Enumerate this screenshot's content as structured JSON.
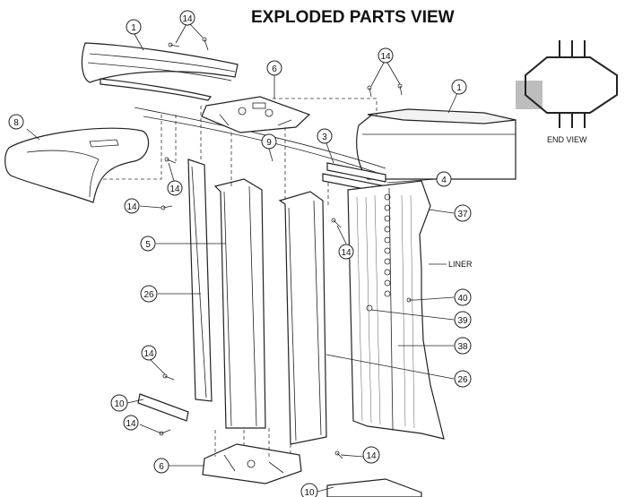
{
  "title": "EXPLODED PARTS VIEW",
  "end_view_label": "END VIEW",
  "liner_label": "LINER",
  "callouts": [
    {
      "id": "c14a",
      "label": "14"
    },
    {
      "id": "c1a",
      "label": "1"
    },
    {
      "id": "c6a",
      "label": "6"
    },
    {
      "id": "c14b",
      "label": "14"
    },
    {
      "id": "c1b",
      "label": "1"
    },
    {
      "id": "c8",
      "label": "8"
    },
    {
      "id": "c9",
      "label": "9"
    },
    {
      "id": "c3",
      "label": "3"
    },
    {
      "id": "c4",
      "label": "4"
    },
    {
      "id": "c14c",
      "label": "14"
    },
    {
      "id": "c14d",
      "label": "14"
    },
    {
      "id": "c37",
      "label": "37"
    },
    {
      "id": "c5",
      "label": "5"
    },
    {
      "id": "c14e",
      "label": "14"
    },
    {
      "id": "c26a",
      "label": "26"
    },
    {
      "id": "c40",
      "label": "40"
    },
    {
      "id": "c39",
      "label": "39"
    },
    {
      "id": "c38",
      "label": "38"
    },
    {
      "id": "c14f",
      "label": "14"
    },
    {
      "id": "c26b",
      "label": "26"
    },
    {
      "id": "c10a",
      "label": "10"
    },
    {
      "id": "c14g",
      "label": "14"
    },
    {
      "id": "c14h",
      "label": "14"
    },
    {
      "id": "c6b",
      "label": "6"
    },
    {
      "id": "c10b",
      "label": "10"
    }
  ]
}
